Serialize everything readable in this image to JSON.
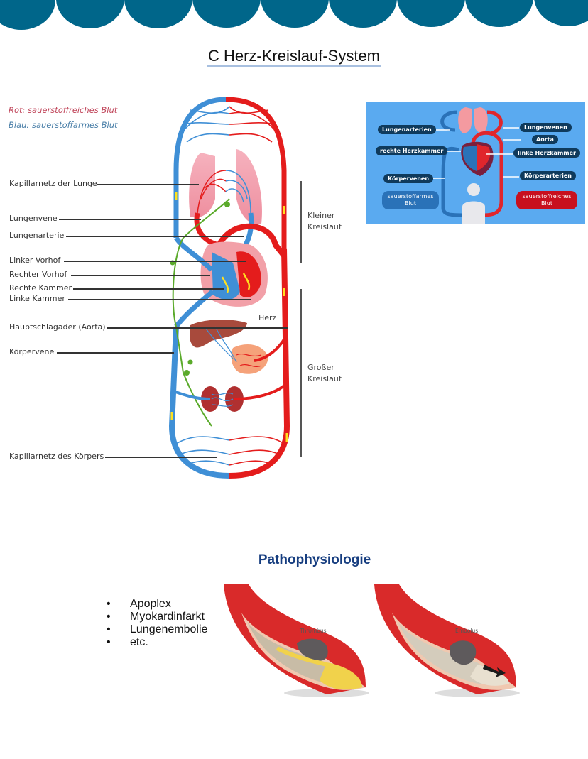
{
  "header": {
    "title": "C Herz-Kreislauf-System"
  },
  "legend": {
    "red": "Rot: sauerstoffreiches Blut",
    "blue": "Blau: sauerstoffarmes Blut",
    "red_color": "#c0455a",
    "blue_color": "#4a7fa8"
  },
  "diagram_labels": [
    "Kapillarnetz der Lunge",
    "Lungenvene",
    "Lungenarterie",
    "Linker Vorhof",
    "Rechter Vorhof",
    "Rechte Kammer",
    "Linke Kammer",
    "Hauptschlagader (Aorta)",
    "Körpervene",
    "Kapillarnetz des Körpers"
  ],
  "heart_label": "Herz",
  "circuits": {
    "small": [
      "Kleiner",
      "Kreislauf"
    ],
    "large": [
      "Großer",
      "Kreislauf"
    ]
  },
  "infographic": {
    "left_labels": [
      "Lungenarterien",
      "rechte Herzkammer",
      "Körpervenen"
    ],
    "right_labels": [
      "Lungenvenen",
      "Aorta",
      "linke Herzkammer",
      "Körperarterien"
    ],
    "deoxygenated": [
      "sauerstoffarmes",
      "Blut"
    ],
    "oxygenated": [
      "sauerstoffreiches",
      "Blut"
    ],
    "bg_color": "#5aaaf0"
  },
  "pathophysiology": {
    "title": "Pathophysiologie",
    "items": [
      "Apoplex",
      "Myokardinfarkt",
      "Lungenembolie",
      "etc."
    ],
    "bullet": "•",
    "figures": [
      "Thrombus",
      "Embolus"
    ]
  },
  "colors": {
    "scallop": "#00668a",
    "artery": "#e41c1c",
    "vein": "#3f8fd6",
    "lymph": "#5aaa2a"
  }
}
